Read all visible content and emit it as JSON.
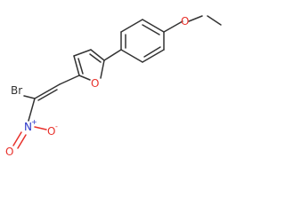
{
  "molecule": {
    "atoms": {
      "br": "Br",
      "n": "N",
      "n_charge": "+",
      "o_nitro_1": "O",
      "o_nitro_2": "O",
      "o_nitro_2_charge": "-",
      "o_furan": "O",
      "o_ether": "O"
    },
    "colors": {
      "bond": "#333333",
      "oxygen": "#e8312b",
      "nitrogen": "#2a35c8",
      "bromine": "#333333"
    }
  }
}
